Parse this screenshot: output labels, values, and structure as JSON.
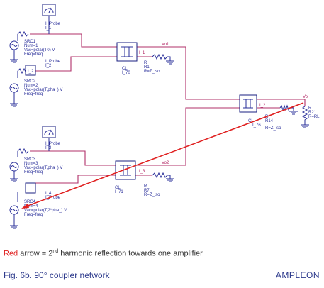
{
  "schematic": {
    "probes": [
      {
        "name": "I_Probe",
        "ref": "I_1"
      },
      {
        "name": "I_Probe",
        "ref": "I_2"
      },
      {
        "name": "I_Probe",
        "ref": "I_3"
      },
      {
        "name": "I_Probe",
        "ref": "I_4"
      }
    ],
    "sources": [
      {
        "ref": "SRC1",
        "line1": "Num=1",
        "line2": "Vac=polar(T0) V",
        "line3": "Freq=freq"
      },
      {
        "ref": "SRC2",
        "line1": "Num=2",
        "line2": "Vac=polar(T,pha_) V",
        "line3": "Freq=freq"
      },
      {
        "ref": "SRC3",
        "line1": "Num=3",
        "line2": "Vac=polar(T,pha_) V",
        "line3": "Freq=freq"
      },
      {
        "ref": "SRC4",
        "line1": "Num=4",
        "line2": "Vac=polar(T,2*pha_) V",
        "line3": "Freq=freq"
      }
    ],
    "couplers": [
      {
        "type": "CL",
        "ref": "I_70"
      },
      {
        "type": "CL",
        "ref": "I_71"
      },
      {
        "type": "CL",
        "ref": "I_76"
      }
    ],
    "resistors": [
      {
        "type": "R",
        "ref": "R1",
        "value": "R=Z_iso"
      },
      {
        "type": "R",
        "ref": "R7",
        "value": "R=Z_iso"
      },
      {
        "type": "R",
        "ref": "R14",
        "value": "R=Z_iso"
      },
      {
        "type": "R",
        "ref": "R21",
        "value": "R=RL"
      }
    ],
    "nodes": [
      "Vo1",
      "Vo2",
      "Vo"
    ],
    "currents": [
      "I_1",
      "I_2",
      "I_3"
    ],
    "colors": {
      "wire": "#b0306a",
      "component": "#2a2f9a",
      "arrow": "#e02020"
    }
  },
  "caption": {
    "red_word": "Red",
    "before_sup": " arrow = 2",
    "sup": "nd",
    "after_sup": " harmonic reflection towards one amplifier"
  },
  "figure_title": "Fig. 6b. 90° coupler network",
  "logo": "AMPLEON"
}
